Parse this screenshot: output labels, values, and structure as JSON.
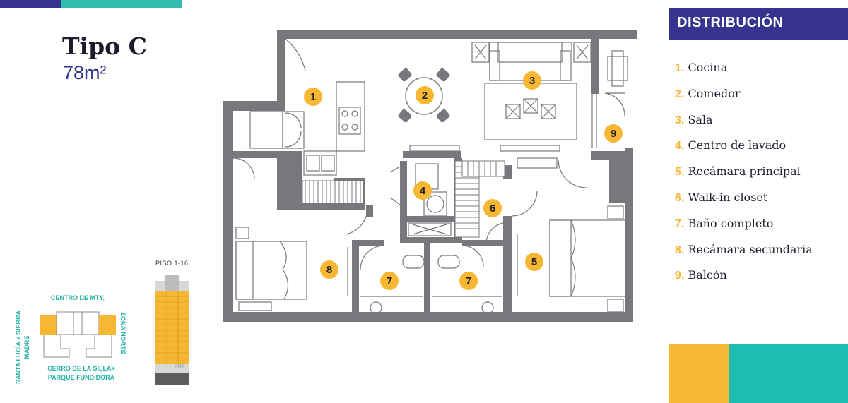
{
  "colors": {
    "navy": "#36348f",
    "teal": "#1fbcb0",
    "yellow": "#f7b733",
    "wall": "#76787b"
  },
  "unit": {
    "title": "Tipo C",
    "area": "78m²"
  },
  "distribution": {
    "header": "DISTRIBUCIÓN",
    "items": [
      {
        "num": "1.",
        "label": "Cocina"
      },
      {
        "num": "2.",
        "label": "Comedor"
      },
      {
        "num": "3.",
        "label": "Sala"
      },
      {
        "num": "4.",
        "label": "Centro de lavado"
      },
      {
        "num": "5.",
        "label": "Recámara principal"
      },
      {
        "num": "6.",
        "label": "Walk-in closet"
      },
      {
        "num": "7.",
        "label": "Baño completo"
      },
      {
        "num": "8.",
        "label": "Recámara secundaria"
      },
      {
        "num": "9.",
        "label": "Balcón"
      }
    ]
  },
  "plan_markers": [
    "1",
    "2",
    "3",
    "4",
    "5",
    "6",
    "7",
    "7",
    "8",
    "9"
  ],
  "tower": {
    "label": "PISO 1-16",
    "footer": "H47"
  },
  "orientation": {
    "top": "CENTRO DE MTY.",
    "left": "SANTA LUCÍA + SIERRA MADRE",
    "right": "ZONA NORTE",
    "bottom_line1": "CERRO DE LA SILLA+",
    "bottom_line2": "PARQUE FUNDIDORA"
  }
}
